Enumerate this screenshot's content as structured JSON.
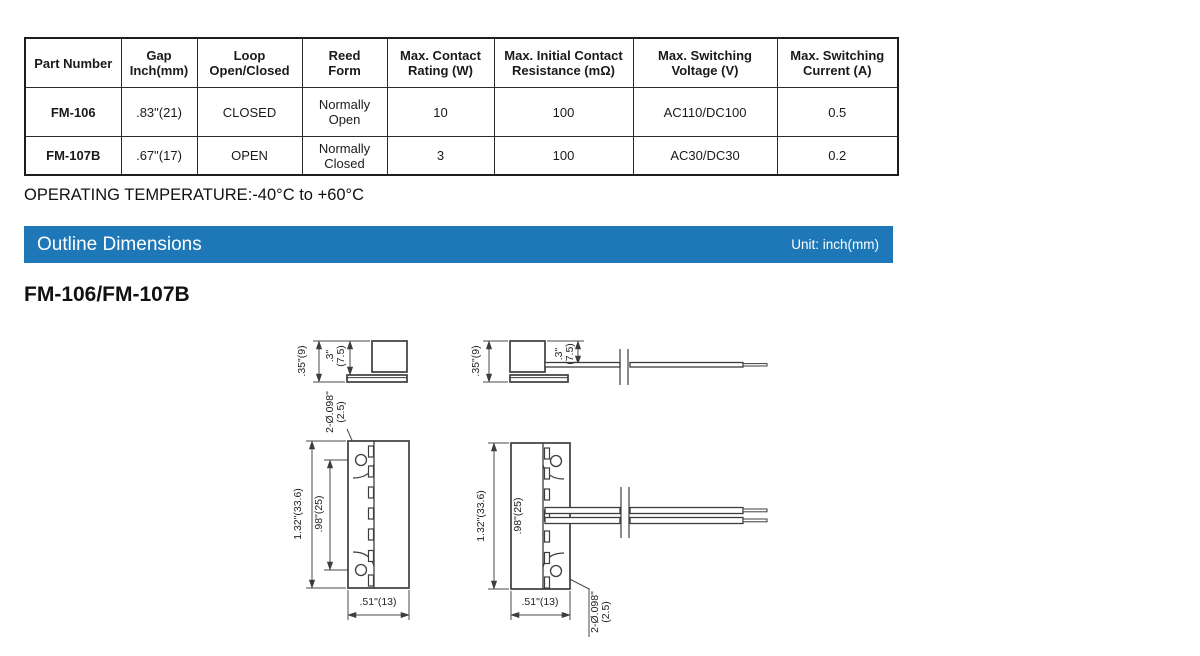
{
  "table": {
    "headers": [
      "Part Number",
      "Gap\nInch(mm)",
      "Loop\nOpen/Closed",
      "Reed\nForm",
      "Max. Contact\nRating (W)",
      "Max. Initial Contact\nResistance (mΩ)",
      "Max. Switching\nVoltage (V)",
      "Max. Switching\nCurrent (A)"
    ],
    "rows": [
      [
        "FM-106",
        ".83\"(21)",
        "CLOSED",
        "Normally\nOpen",
        "10",
        "100",
        "AC110/DC100",
        "0.5"
      ],
      [
        "FM-107B",
        ".67\"(17)",
        "OPEN",
        "Normally\nClosed",
        "3",
        "100",
        "AC30/DC30",
        "0.2"
      ]
    ]
  },
  "operating_temperature": "OPERATING TEMPERATURE:-40°C to +60°C",
  "banner": {
    "title": "Outline Dimensions",
    "unit": "Unit: inch(mm)",
    "color": "#1e78b8"
  },
  "section_heading": "FM-106/FM-107B",
  "drawing": {
    "labels": {
      "dim_35_9": ".35\"(9)",
      "dim_3": ".3\"",
      "dim_7_5": "(7.5)",
      "dim_holes_1": "2-Ø.098\"",
      "dim_holes_2": "(2.5)",
      "dim_132": "1.32\"(33.6)",
      "dim_98": ".98\"(25)",
      "dim_51": ".51\"(13)"
    }
  }
}
